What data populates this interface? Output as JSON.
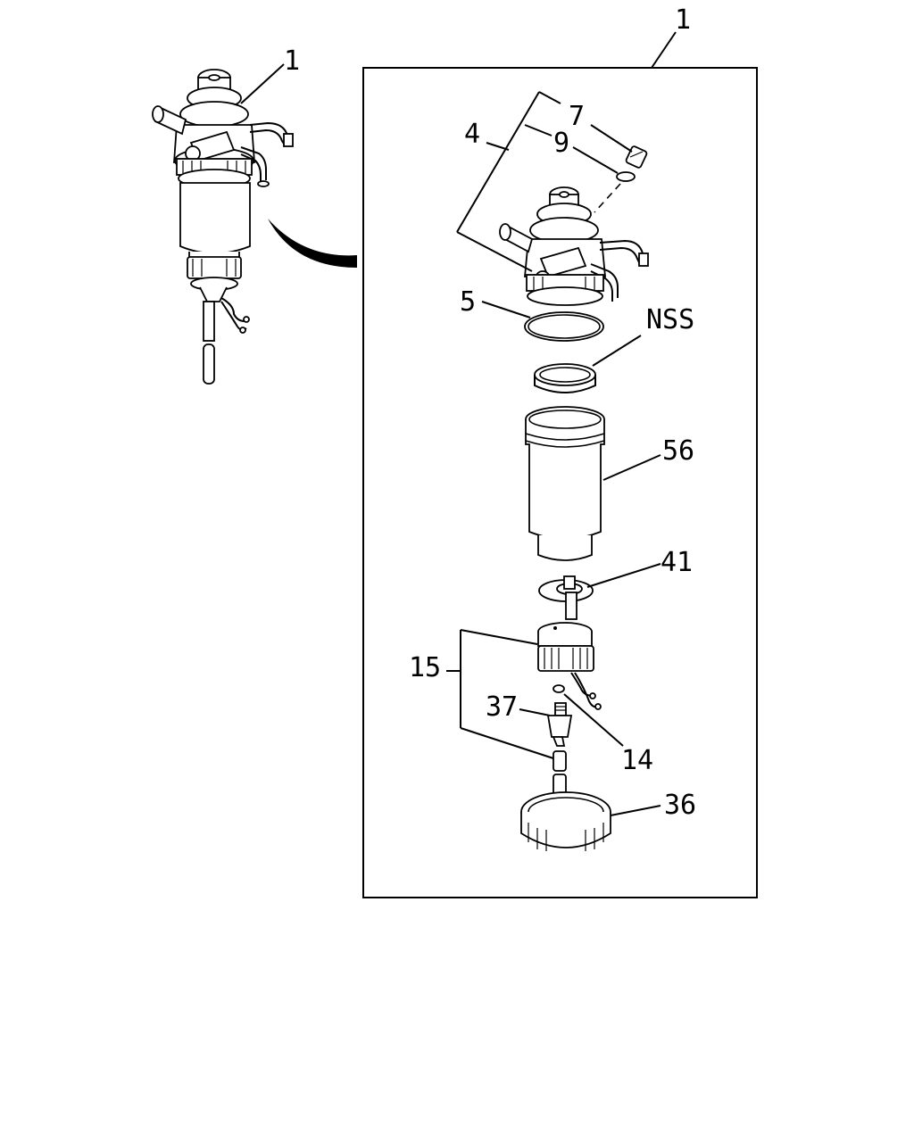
{
  "callouts": {
    "assembly_top": "1",
    "assembly_small": "1",
    "head_4": "4",
    "bolt_7": "7",
    "washer_9": "9",
    "oring_5": "5",
    "ring_nss": "NSS",
    "element_56": "56",
    "gasket_41": "41",
    "sensor_15": "15",
    "drain_37": "37",
    "oring_14": "14",
    "nut_36": "36"
  },
  "colors": {
    "ink": "#000000",
    "paper": "#ffffff"
  }
}
